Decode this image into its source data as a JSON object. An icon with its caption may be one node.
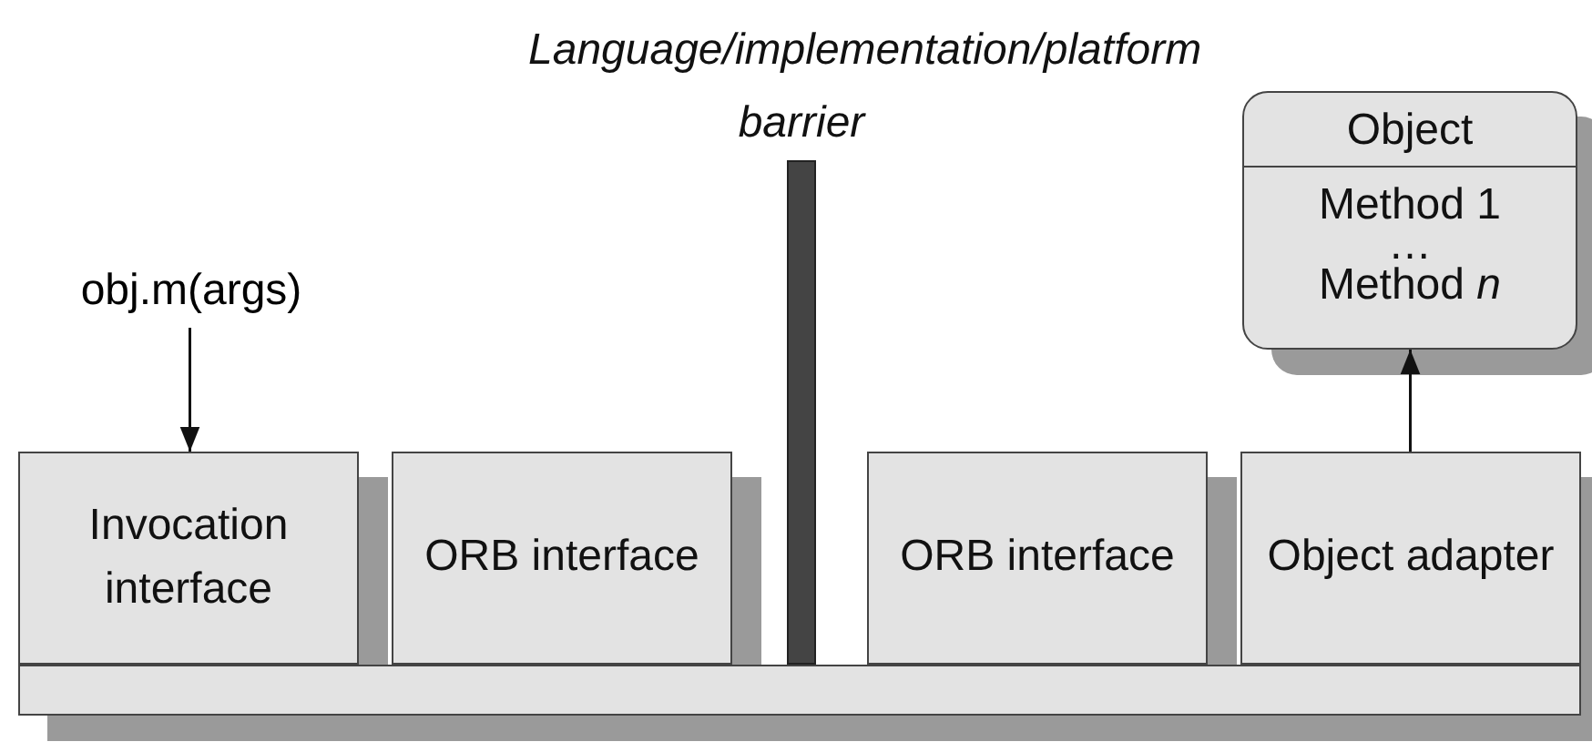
{
  "diagram": {
    "nodes": [
      {
        "text": [],
        "shape": "bar",
        "beside": [
          "Language/implementation/platform barrier"
        ]
      },
      {
        "text": [
          "Object",
          "Method 1",
          "…",
          "Method *n*"
        ]
      },
      {
        "text": [
          "obj.m(args)"
        ]
      },
      {
        "text": [
          "Invocation interface"
        ]
      },
      {
        "text": [
          "ORB interface"
        ]
      },
      {
        "text": [
          "ORB interface"
        ]
      },
      {
        "text": [
          "Object adapter"
        ]
      },
      {
        "text": [],
        "shape": "box"
      }
    ],
    "edges": [
      {
        "from": 2,
        "to": 3,
        "arrow": "to"
      },
      {
        "from": 6,
        "to": 1,
        "arrow": "to"
      }
    ]
  }
}
